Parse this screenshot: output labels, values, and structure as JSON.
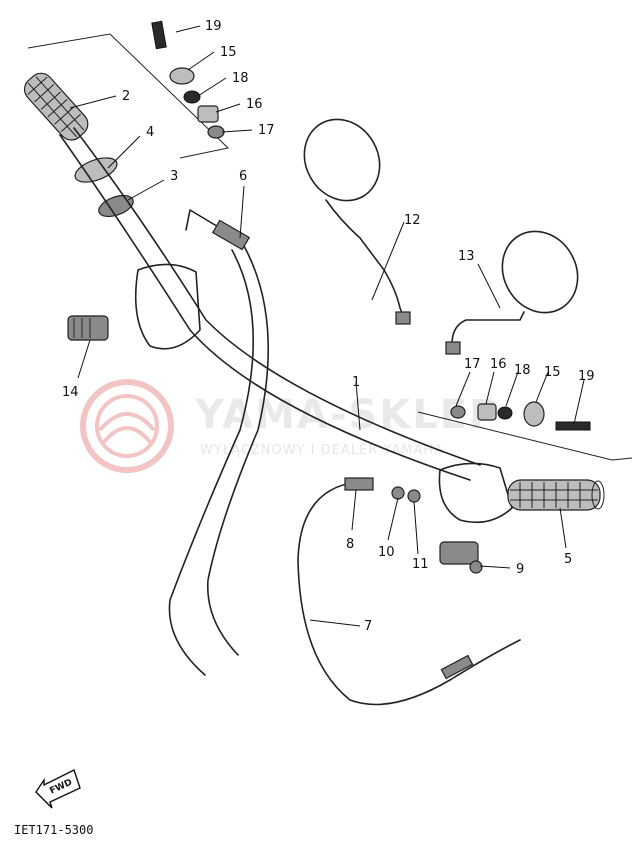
{
  "callouts": [
    "1",
    "2",
    "3",
    "4",
    "5",
    "6",
    "7",
    "8",
    "9",
    "10",
    "11",
    "12",
    "13",
    "14",
    "15",
    "16",
    "17",
    "18",
    "19"
  ],
  "right_side_callouts": {
    "n17": "17",
    "n16": "16",
    "n18": "18",
    "n15": "15",
    "n19": "19"
  },
  "watermark": {
    "brand": "YAMA-SKLEP",
    "tagline": "WYŁĄCZNOWY I DEALER YAMAHA"
  },
  "direction_label": "FWD",
  "diagram_code": "IET171-5300",
  "colors": {
    "line": "#222222",
    "watermark": "#e05a5a",
    "background": "#ffffff"
  }
}
